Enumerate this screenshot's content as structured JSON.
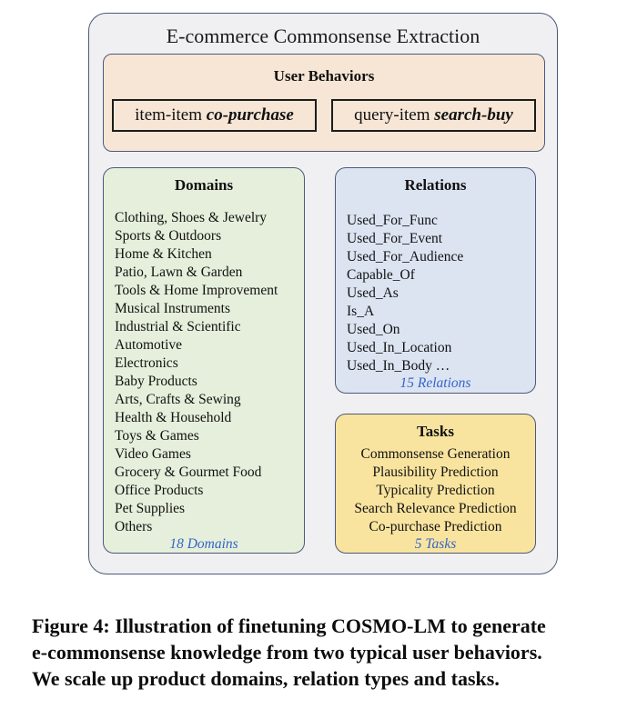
{
  "diagram": {
    "title": "E-commerce Commonsense Extraction",
    "user_behaviors": {
      "header": "User Behaviors",
      "boxes": [
        {
          "prefix": "item-item ",
          "emphasis": "co-purchase"
        },
        {
          "prefix": "query-item ",
          "emphasis": "search-buy"
        }
      ]
    },
    "domains": {
      "header": "Domains",
      "items": [
        "Clothing, Shoes & Jewelry",
        "Sports & Outdoors",
        "Home & Kitchen",
        "Patio, Lawn & Garden",
        "Tools & Home Improvement",
        "Musical Instruments",
        "Industrial & Scientific",
        "Automotive",
        "Electronics",
        "Baby Products",
        "Arts, Crafts & Sewing",
        "Health & Household",
        "Toys & Games",
        "Video Games",
        "Grocery & Gourmet Food",
        "Office Products",
        "Pet Supplies",
        "Others"
      ],
      "count_label": "18 Domains"
    },
    "relations": {
      "header": "Relations",
      "items": [
        "Used_For_Func",
        "Used_For_Event",
        "Used_For_Audience",
        "Capable_Of",
        "Used_As",
        "Is_A",
        "Used_On",
        "Used_In_Location",
        "Used_In_Body …"
      ],
      "count_label": "15 Relations"
    },
    "tasks": {
      "header": "Tasks",
      "items": [
        "Commonsense Generation",
        "Plausibility Prediction",
        "Typicality Prediction",
        "Search Relevance Prediction",
        "Co-purchase Prediction"
      ],
      "count_label": "5 Tasks"
    }
  },
  "caption": {
    "lines": [
      "Figure 4: Illustration of finetuning COSMO-LM to generate",
      "e-commonsense knowledge from two typical user behaviors.",
      "We scale up product domains, relation types and tasks."
    ]
  },
  "colors": {
    "outer_fill": "#f0f0f3",
    "panel_border": "#4d5979",
    "behaviors_fill": "#f7e6d5",
    "domains_fill": "#e5efdb",
    "relations_fill": "#dce4f2",
    "tasks_fill": "#f9e49f",
    "count_text": "#3365c8",
    "behavior_box_border": "#1c1c1c"
  }
}
